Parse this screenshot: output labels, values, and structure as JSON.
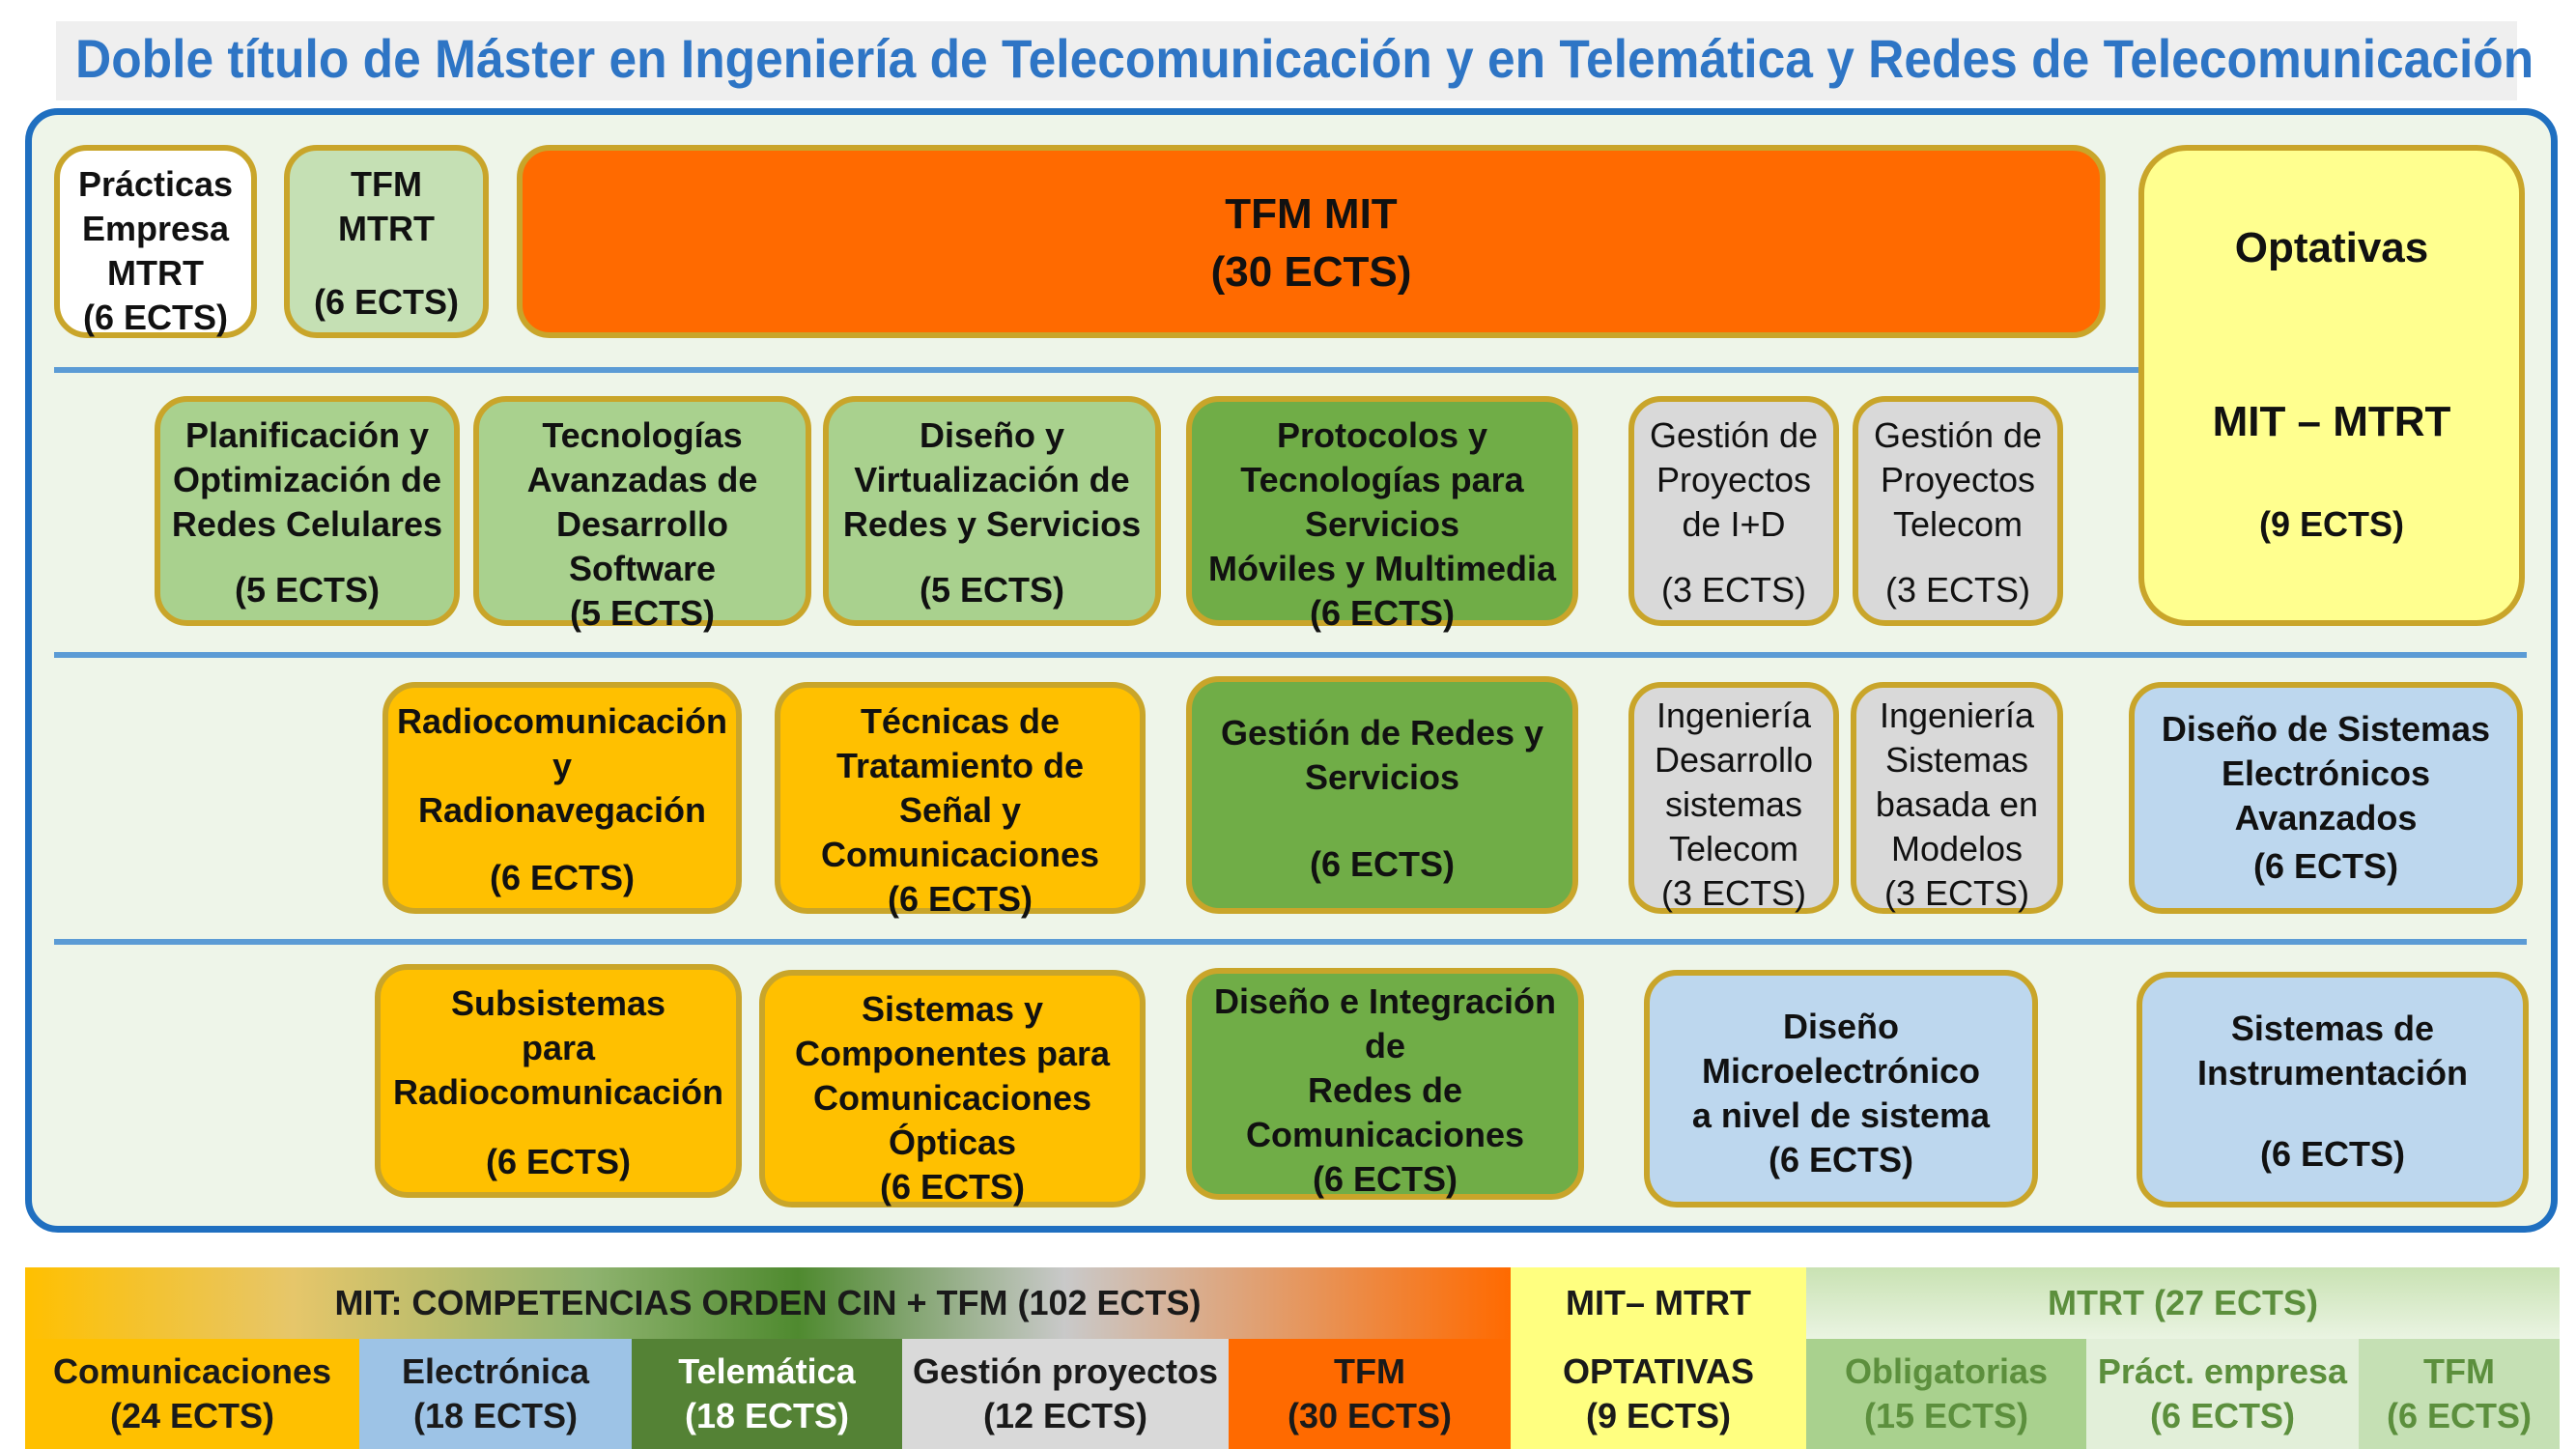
{
  "title": "Doble título de Máster en Ingeniería de Telecomunicación y en Telemática y Redes de Telecomunicación",
  "row1": {
    "practicas": {
      "name": "Prácticas\nEmpresa\nMTRT",
      "ects": "(6 ECTS)"
    },
    "tfm_mtrt": {
      "name": "TFM\nMTRT",
      "ects": "(6 ECTS)"
    },
    "tfm_mit": {
      "name": "TFM  MIT",
      "ects": "(30 ECTS)"
    },
    "optativas": "Optativas"
  },
  "optativas_block": {
    "label": "MIT – MTRT",
    "ects": "(9 ECTS)"
  },
  "row2": [
    {
      "name": "Planificación y\nOptimización de\nRedes Celulares",
      "ects": "(5 ECTS)"
    },
    {
      "name": "Tecnologías\nAvanzadas de\nDesarrollo Software",
      "ects": "(5 ECTS)"
    },
    {
      "name": "Diseño y\nVirtualización de\nRedes y Servicios",
      "ects": "(5 ECTS)"
    },
    {
      "name": "Protocolos y\nTecnologías para\nServicios\nMóviles y Multimedia",
      "ects": "(6 ECTS)"
    },
    {
      "name": "Gestión de\nProyectos\nde I+D",
      "ects": "(3 ECTS)"
    },
    {
      "name": "Gestión de\nProyectos\nTelecom",
      "ects": "(3 ECTS)"
    }
  ],
  "row3": [
    {
      "name": "Radiocomunicación\ny\nRadionavegación",
      "ects": "(6 ECTS)"
    },
    {
      "name": "Técnicas de\nTratamiento de Señal y\nComunicaciones",
      "ects": "(6 ECTS)"
    },
    {
      "name": "Gestión de Redes y\nServicios",
      "ects": "(6 ECTS)"
    },
    {
      "name": "Ingeniería\nDesarrollo\nsistemas\nTelecom",
      "ects": "(3 ECTS)"
    },
    {
      "name": "Ingeniería\nSistemas\nbasada en\nModelos",
      "ects": "(3 ECTS)"
    },
    {
      "name": "Diseño de Sistemas\nElectrónicos Avanzados",
      "ects": "(6 ECTS)"
    }
  ],
  "row4": [
    {
      "name": "Subsistemas\npara\nRadiocomunicación",
      "ects": "(6 ECTS)"
    },
    {
      "name": "Sistemas y\nComponentes para\nComunicaciones\nÓpticas",
      "ects": "(6 ECTS)"
    },
    {
      "name": "Diseño e Integración de\nRedes de\nComunicaciones",
      "ects": "(6 ECTS)"
    },
    {
      "name": "Diseño Microelectrónico\na nivel de sistema",
      "ects": "(6 ECTS)"
    },
    {
      "name": "Sistemas de\nInstrumentación",
      "ects": "(6 ECTS)"
    }
  ],
  "legend": {
    "mit_header": "MIT: COMPETENCIAS ORDEN CIN + TFM (102 ECTS)",
    "mit_mtrt_header": "MIT– MTRT",
    "mtrt_header": "MTRT (27 ECTS)",
    "cells": [
      "Comunicaciones\n(24 ECTS)",
      "Electrónica\n(18 ECTS)",
      "Telemática\n(18 ECTS)",
      "Gestión proyectos\n(12 ECTS)",
      "TFM\n(30 ECTS)",
      "OPTATIVAS\n(9 ECTS)",
      "Obligatorias\n(15 ECTS)",
      "Práct. empresa\n(6 ECTS)",
      "TFM\n(6 ECTS)"
    ]
  },
  "colors": {
    "title": "#2e75c5",
    "frame": "#1f6fc0",
    "communications": "#ffc000",
    "electronics": "#bdd7ee",
    "telematics": "#70ad47",
    "telematics_light": "#a9d18e",
    "project_management": "#d9d9d9",
    "tfm": "#ff6a00",
    "optativas": "#ffff8f"
  }
}
